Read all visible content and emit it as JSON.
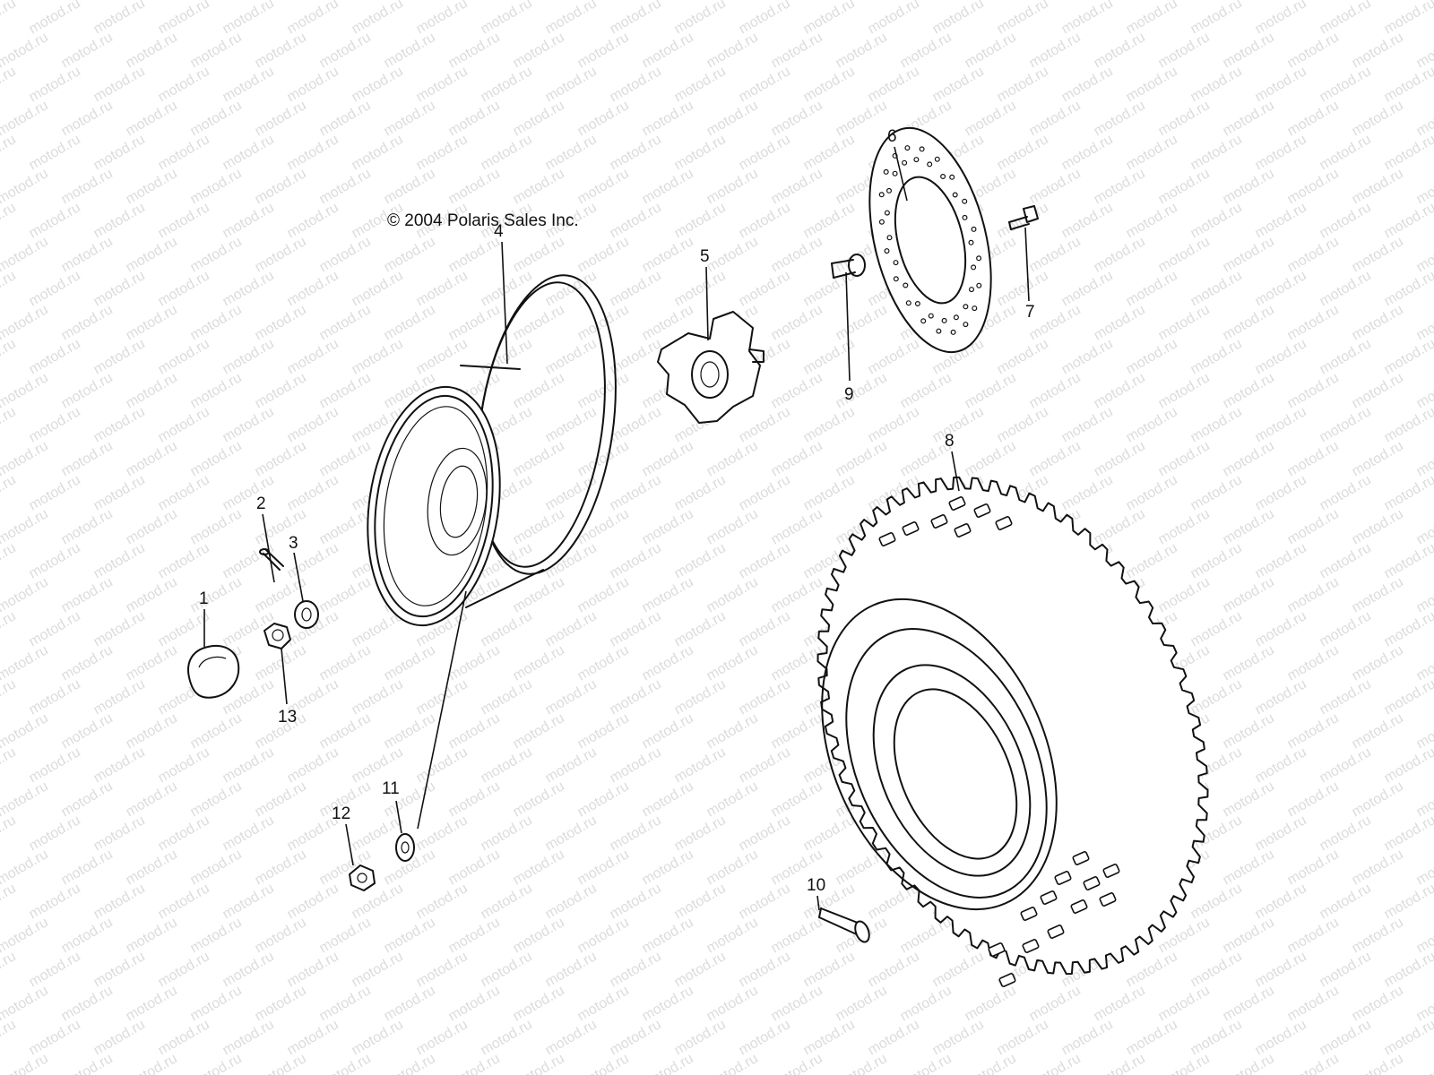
{
  "copyright": "© 2004 Polaris Sales Inc.",
  "watermark": "motod.ru",
  "callouts": [
    {
      "number": "1",
      "part": "hub-cap"
    },
    {
      "number": "2",
      "part": "cotter-pin"
    },
    {
      "number": "3",
      "part": "washer"
    },
    {
      "number": "4",
      "part": "wheel-rim"
    },
    {
      "number": "5",
      "part": "wheel-hub"
    },
    {
      "number": "6",
      "part": "brake-disc"
    },
    {
      "number": "7",
      "part": "disc-bolt"
    },
    {
      "number": "8",
      "part": "tire"
    },
    {
      "number": "9",
      "part": "wheel-stud"
    },
    {
      "number": "10",
      "part": "valve-stem"
    },
    {
      "number": "11",
      "part": "lug-washer"
    },
    {
      "number": "12",
      "part": "lug-nut"
    },
    {
      "number": "13",
      "part": "castle-nut"
    }
  ]
}
